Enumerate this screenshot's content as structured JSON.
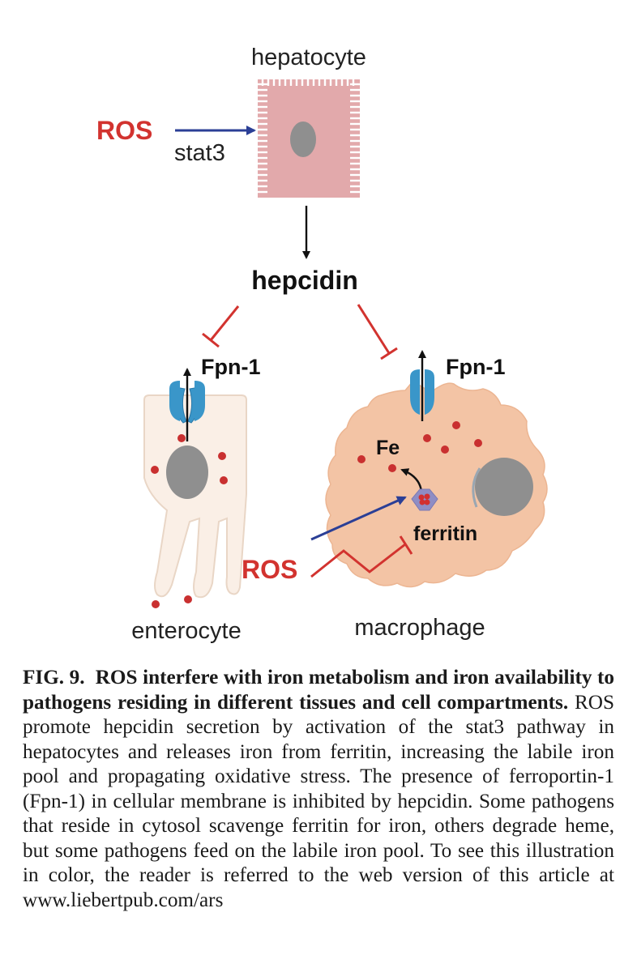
{
  "diagram": {
    "hepatocyte_label": "hepatocyte",
    "ros_top": "ROS",
    "stat3": "stat3",
    "hepcidin": "hepcidin",
    "fpn_left": "Fpn-1",
    "fpn_right": "Fpn-1",
    "fe": "Fe",
    "ferritin": "ferritin",
    "ros_bottom": "ROS",
    "enterocyte_label": "enterocyte",
    "macrophage_label": "macrophage",
    "colors": {
      "ros_red": "#d2332f",
      "arrow_blue": "#2b3f96",
      "hepatocyte_fill": "#e2a9ab",
      "macrophage_fill": "#f3c4a5",
      "enterocyte_fill": "#faefe6",
      "channel_blue": "#3a96c9",
      "nucleus_gray": "#8f8f8f"
    }
  },
  "caption": {
    "fig_label": "FIG. 9.",
    "bold_title": "ROS interfere with iron metabolism and iron availability to pathogens residing in different tissues and cell compartments.",
    "body": "ROS promote hepcidin secretion by activation of the stat3 pathway in hepatocytes and releases iron from ferritin, increasing the labile iron pool and propagating oxidative stress. The presence of ferroportin-1 (Fpn-1) in cellular membrane is inhibited by hepcidin. Some pathogens that reside in cytosol scavenge ferritin for iron, others degrade heme, but some pathogens feed on the labile iron pool. To see this illustration in color, the reader is referred to the web version of this article at www.liebertpub.com/ars"
  }
}
